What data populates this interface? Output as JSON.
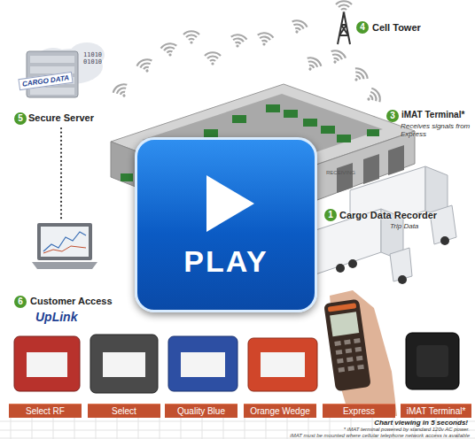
{
  "diagram": {
    "nodes": [
      {
        "text": [
          "CARGO DATA",
          "Secure Server"
        ]
      },
      {
        "text": [
          "Customer Access",
          "UpLink"
        ]
      },
      {
        "text": [
          "PLAY"
        ]
      },
      {
        "text": [
          "Select RF"
        ]
      },
      {
        "text": [
          "Select"
        ]
      },
      {
        "text": [
          "Quality Blue"
        ]
      },
      {
        "text": [
          "Orange Wedge"
        ]
      },
      {
        "text": [
          "Express"
        ]
      },
      {
        "text": [
          "iMAT Terminal*"
        ]
      }
    ],
    "edges": [
      {
        "from": 0,
        "to": 1,
        "arrow": "none"
      }
    ],
    "labels": [
      "4",
      "Cell Tower",
      "3",
      "iMAT Terminal*",
      "Receives signals from Express",
      "5",
      "6",
      "1",
      "Cargo Data Recorder",
      "Trip Data",
      "RECEIVING",
      "11010 01010",
      "Chart viewing in 5 seconds!",
      "* iMAT terminal powered by standard 120v AC power.",
      "iMAT must be mounted where cellular telephone network access is available"
    ]
  }
}
